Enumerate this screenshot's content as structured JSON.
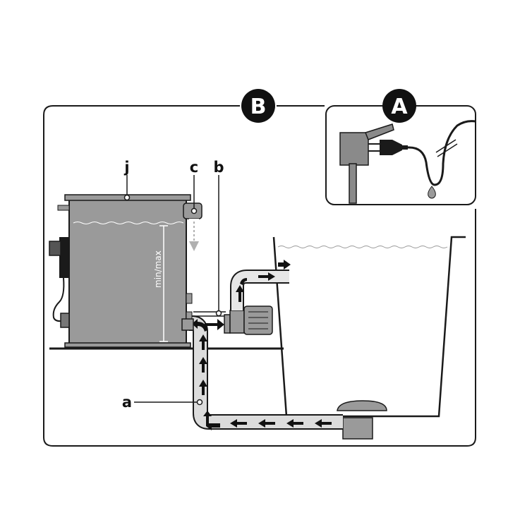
{
  "badges": {
    "b": "B",
    "a": "A"
  },
  "labels": {
    "j": "j",
    "c": "c",
    "b": "b",
    "a": "a"
  },
  "tank": {
    "level_text": "min/max"
  },
  "colors": {
    "tank_fill": "#9a9a9a",
    "tank_dark": "#7a7a7a",
    "hose_fill": "#dcdcdc",
    "outline": "#1a1a1a",
    "water_line": "#9a9a9a"
  },
  "icons": [
    "plug-icon",
    "transformer-icon",
    "water-drop-icon",
    "flow-arrow-icon",
    "pump-icon",
    "skimmer-icon"
  ]
}
